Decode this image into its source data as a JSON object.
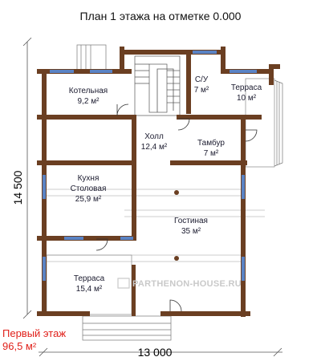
{
  "title": "План 1 этажа на отметке 0.000",
  "rooms": [
    {
      "name": "Котельная",
      "area": "9,2 м²"
    },
    {
      "name": "С/У",
      "area": "7 м²"
    },
    {
      "name": "Терраса",
      "area": "10 м²"
    },
    {
      "name": "Холл",
      "area": "12,4 м²"
    },
    {
      "name": "Тамбур",
      "area": "7 м²"
    },
    {
      "name": "Кухня",
      "name2": "Столовая",
      "area": "25,9 м²"
    },
    {
      "name": "Гостиная",
      "area": "35 м²"
    },
    {
      "name": "Терраса",
      "area": "15,4 м²"
    }
  ],
  "dimensions": {
    "height": "14 500",
    "width": "13 000"
  },
  "floor_label": {
    "line1": "Первый этаж",
    "line2": "96,5 м²"
  },
  "watermark": "PARTHENON-HOUSE.RU",
  "colors": {
    "wall": "#6b3f22",
    "window": "#5a83c4",
    "text": "#1a1a2e",
    "floor_label": "#e0201a",
    "dimension_line": "#555555"
  }
}
